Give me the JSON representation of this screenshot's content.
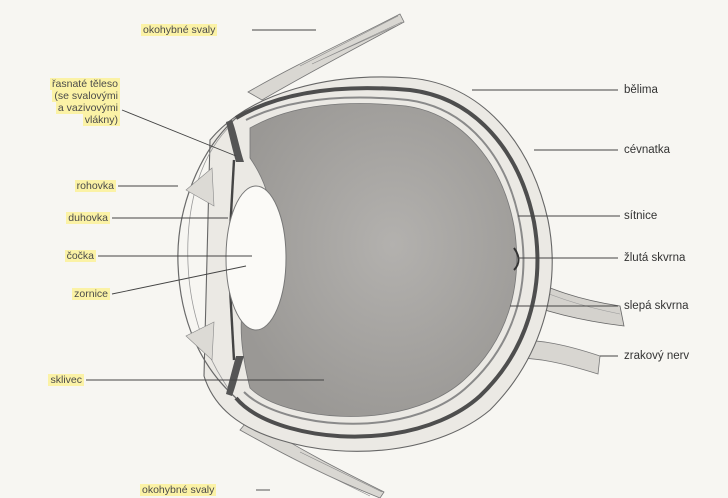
{
  "labels": {
    "muscles_top": "okohybné svaly",
    "ciliary_1": "řasnaté těleso",
    "ciliary_2": "(se svalovými",
    "ciliary_3": "a vazivovými",
    "ciliary_4": "vlákny)",
    "cornea": "rohovka",
    "iris": "duhovka",
    "lens": "čočka",
    "zonule": "zornice",
    "vitreous": "sklivec",
    "muscles_bottom": "okohybné svaly",
    "sclera": "bělima",
    "choroid": "cévnatka",
    "retina": "sítnice",
    "macula": "žlutá skvrna",
    "blind_spot": "slepá skvrna",
    "optic_nerve": "zrakový nerv"
  },
  "colors": {
    "label_highlight": "#fbf2a6",
    "vitreous_fill": "#a9a7a4",
    "choroid": "#4e4e4e",
    "outline": "#555555",
    "leader_line": "#444444"
  }
}
